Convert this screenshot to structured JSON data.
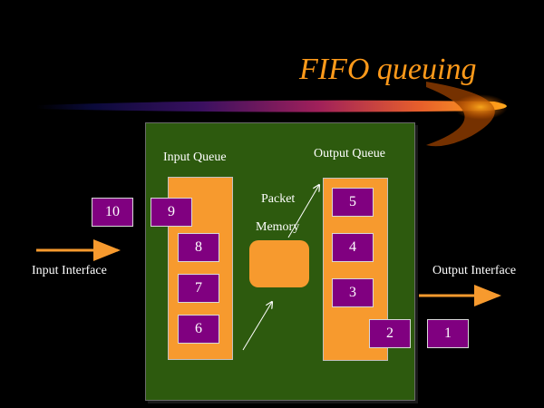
{
  "title": "FIFO queuing",
  "labels": {
    "input_queue": "Input Queue",
    "output_queue": "Output Queue",
    "packet": "Packet",
    "memory": "Memory",
    "input_interface": "Input Interface",
    "output_interface": "Output Interface"
  },
  "packets": {
    "p10": "10",
    "p9": "9",
    "p8": "8",
    "p7": "7",
    "p6": "6",
    "p5": "5",
    "p4": "4",
    "p3": "3",
    "p2": "2",
    "p1": "1"
  },
  "colors": {
    "background": "#000000",
    "board": "#2d5a0e",
    "queue": "#f79a2e",
    "packet": "#800080",
    "title": "#ff9a1a",
    "arrow": "#f79a2e"
  }
}
